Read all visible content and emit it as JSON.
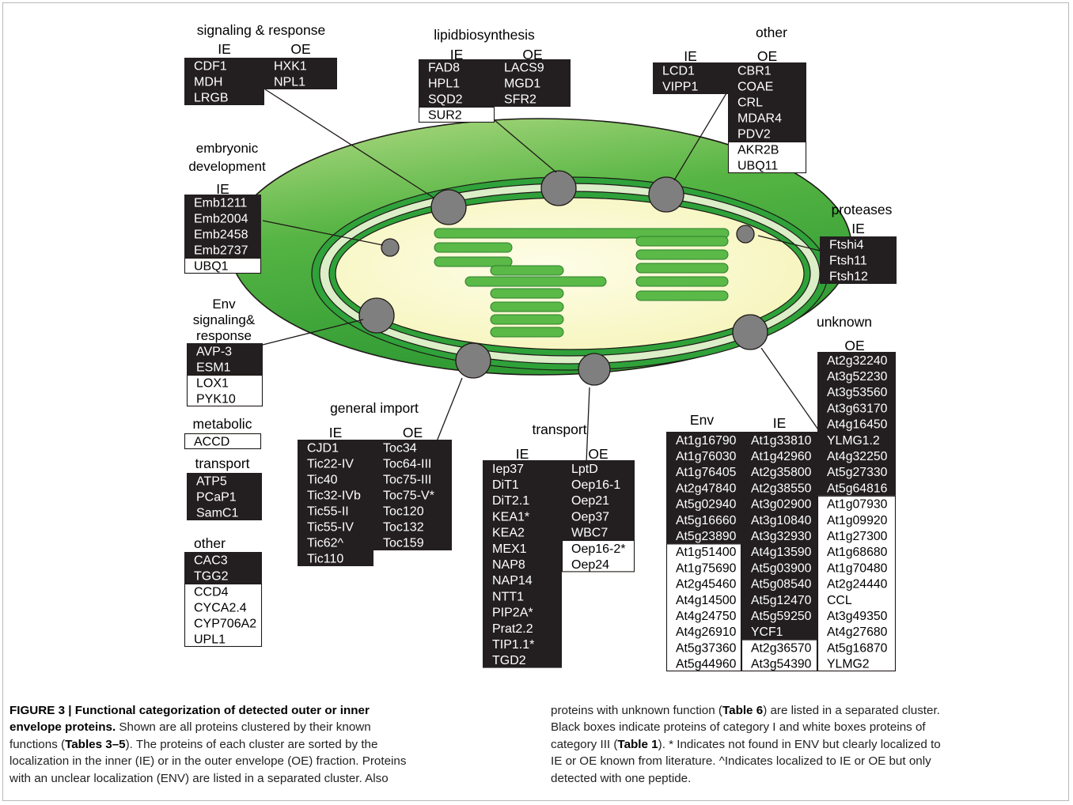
{
  "clusters": {
    "signaling": {
      "title": "signaling & response",
      "cols": [
        {
          "head": "IE",
          "black": [
            "CDF1",
            "MDH",
            "LRGB"
          ],
          "white": []
        },
        {
          "head": "OE",
          "black": [
            "HXK1",
            "NPL1"
          ],
          "white": []
        }
      ]
    },
    "lipid": {
      "title": "lipidbiosynthesis",
      "cols": [
        {
          "head": "IE",
          "black": [
            "FAD8",
            "HPL1",
            "SQD2"
          ],
          "white": [
            "SUR2"
          ]
        },
        {
          "head": "OE",
          "black": [
            "LACS9",
            "MGD1",
            "SFR2"
          ],
          "white": []
        }
      ]
    },
    "other_top": {
      "title": "other",
      "cols": [
        {
          "head": "IE",
          "black": [
            "LCD1",
            "VIPP1"
          ],
          "white": []
        },
        {
          "head": "OE",
          "black": [
            "CBR1",
            "COAE",
            "CRL",
            "MDAR4",
            "PDV2"
          ],
          "white": [
            "AKR2B",
            "UBQ11"
          ]
        }
      ]
    },
    "embryonic": {
      "title_lines": [
        "embryonic",
        "development"
      ],
      "cols": [
        {
          "head": "IE",
          "black": [
            "Emb1211",
            "Emb2004",
            "Emb2458",
            "Emb2737"
          ],
          "white": [
            "UBQ1"
          ]
        }
      ]
    },
    "proteases": {
      "title": "proteases",
      "cols": [
        {
          "head": "IE",
          "black": [
            "Ftshi4",
            "Ftsh11",
            "Ftsh12"
          ],
          "white": []
        }
      ]
    },
    "env_signaling": {
      "title_lines": [
        "Env",
        "signaling&",
        "response"
      ],
      "cols": [
        {
          "head": "",
          "black": [
            "AVP-3",
            "ESM1"
          ],
          "white": [
            "LOX1",
            "PYK10"
          ]
        }
      ]
    },
    "metabolic": {
      "title": "metabolic",
      "cols": [
        {
          "head": "",
          "black": [],
          "white": [
            "ACCD"
          ]
        }
      ]
    },
    "transport_left": {
      "title": "transport",
      "cols": [
        {
          "head": "",
          "black": [
            "ATP5",
            "PCaP1",
            "SamC1"
          ],
          "white": []
        }
      ]
    },
    "other_left": {
      "title": "other",
      "cols": [
        {
          "head": "",
          "black": [
            "CAC3",
            "TGG2"
          ],
          "white": [
            "CCD4",
            "CYCA2.4",
            "CYP706A2",
            "UPL1"
          ]
        }
      ]
    },
    "general_import": {
      "title": "general import",
      "cols": [
        {
          "head": "IE",
          "black": [
            "CJD1",
            "Tic22-IV",
            "Tic40",
            "Tic32-IVb",
            "Tic55-II",
            "Tic55-IV",
            "Tic62^",
            "Tic110"
          ],
          "white": []
        },
        {
          "head": "OE",
          "black": [
            "Toc34",
            "Toc64-III",
            "Toc75-III",
            "Toc75-V*",
            "Toc120",
            "Toc132",
            "Toc159"
          ],
          "white": []
        }
      ]
    },
    "transport_mid": {
      "title": "transport",
      "cols": [
        {
          "head": "IE",
          "black": [
            "Iep37",
            "DiT1",
            "DiT2.1",
            "KEA1*",
            "KEA2",
            "MEX1",
            "NAP8",
            "NAP14",
            "NTT1",
            "PIP2A*",
            "Prat2.2",
            "TIP1.1*",
            "TGD2"
          ],
          "white": []
        },
        {
          "head": "OE",
          "black": [
            "LptD",
            "Oep16-1",
            "Oep21",
            "Oep37",
            "WBC7"
          ],
          "white": [
            "Oep16-2*",
            "Oep24"
          ]
        }
      ]
    },
    "unknown": {
      "title": "unknown",
      "cols": [
        {
          "head": "Env",
          "black": [
            "At1g16790",
            "At1g76030",
            "At1g76405",
            "At2g47840",
            "At5g02940",
            "At5g16660",
            "At5g23890"
          ],
          "white": [
            "At1g51400",
            "At1g75690",
            "At2g45460",
            "At4g14500",
            "At4g24750",
            "At4g26910",
            "At5g37360",
            "At5g44960"
          ]
        },
        {
          "head": "IE",
          "black": [
            "At1g33810",
            "At1g42960",
            "At2g35800",
            "At2g38550",
            "At3g02900",
            "At3g10840",
            "At3g32930",
            "At4g13590",
            "At5g03900",
            "At5g08540",
            "At5g12470",
            "At5g59250",
            "YCF1"
          ],
          "white": [
            "At2g36570",
            "At3g54390"
          ]
        },
        {
          "head": "OE",
          "black": [
            "At2g32240",
            "At3g52230",
            "At3g53560",
            "At3g63170",
            "At4g16450",
            "YLMG1.2",
            "At4g32250",
            "At5g27330",
            "At5g64816"
          ],
          "white": [
            "At1g07930",
            "At1g09920",
            "At1g27300",
            "At1g68680",
            "At1g70480",
            "At2g24440",
            "CCL",
            "At3g49350",
            "At4g27680",
            "At5g16870",
            "YLMG2"
          ]
        }
      ]
    }
  },
  "colors": {
    "black_box": "#231f20",
    "outer_envelope": "#43a83c",
    "inner_ring": "#dbeec7",
    "stroma": "#fcfbd2",
    "thylakoid": "#5ab947",
    "particle": "#807f80"
  },
  "caption": {
    "col1_lines": [
      [
        {
          "t": "FIGURE 3 | Functional categorization of detected outer or inner",
          "b": true
        }
      ],
      [
        {
          "t": "envelope proteins.",
          "b": true
        },
        {
          "t": " Shown are all proteins clustered by their known"
        }
      ],
      [
        {
          "t": "functions ("
        },
        {
          "t": "Tables 3–5",
          "b": true
        },
        {
          "t": "). The proteins of each cluster are sorted by the"
        }
      ],
      [
        {
          "t": "localization in the inner (IE) or in the outer envelope (OE) fraction. Proteins"
        }
      ],
      [
        {
          "t": "with an unclear localization (ENV) are listed in a separated cluster. Also"
        }
      ]
    ],
    "col2_lines": [
      [
        {
          "t": "proteins with unknown function ("
        },
        {
          "t": "Table 6",
          "b": true
        },
        {
          "t": ") are listed in a separated cluster."
        }
      ],
      [
        {
          "t": "Black boxes indicate proteins of category I and white boxes proteins of"
        }
      ],
      [
        {
          "t": "category III ("
        },
        {
          "t": "Table 1",
          "b": true
        },
        {
          "t": "). * Indicates not found in ENV but clearly localized to"
        }
      ],
      [
        {
          "t": "IE or OE known from literature. ^Indicates localized to IE or OE but only"
        }
      ],
      [
        {
          "t": "detected with one peptide."
        }
      ]
    ]
  }
}
